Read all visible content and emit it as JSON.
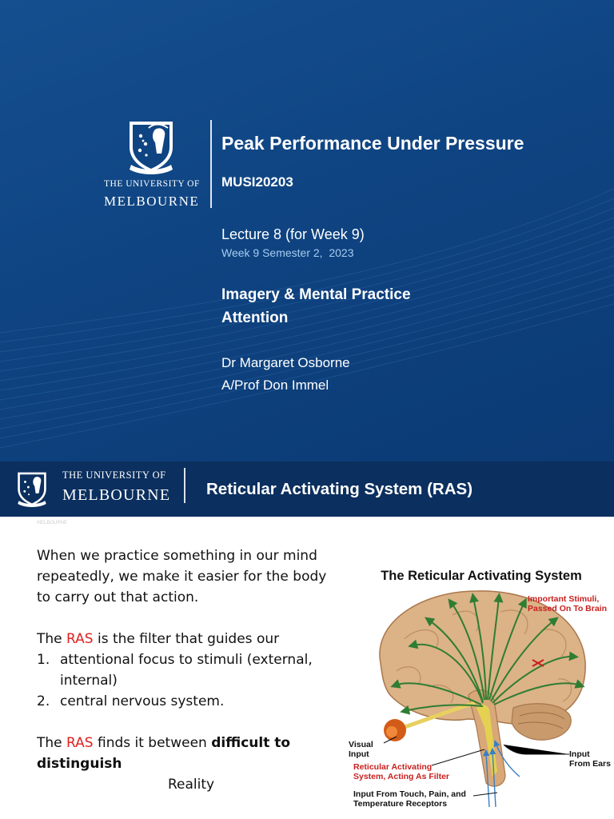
{
  "slide1": {
    "logo_line1": "THE UNIVERSITY OF",
    "logo_line2": "MELBOURNE",
    "title": "Peak Performance Under Pressure",
    "course_code": "MUSI20203",
    "lecture": "Lecture 8 (for Week 9)",
    "week": "Week 9 Semester 2,  2023",
    "topic_1": "Imagery & Mental Practice",
    "topic_2": "Attention",
    "author_1": "Dr Margaret Osborne",
    "author_2": "A/Prof Don Immel"
  },
  "slide2": {
    "header": {
      "logo_line1": "THE UNIVERSITY OF",
      "logo_line2": "MELBOURNE",
      "title": "Reticular Activating System (RAS)",
      "tiny_text": "MELBOURNE"
    },
    "body": {
      "para1": "When we practice something in our mind repeatedly, we make it easier for the body to carry out that action.",
      "para2_pre": "The ",
      "ras": "RAS",
      "para2_post": " is the filter that guides our",
      "list": [
        {
          "num": "1.",
          "text": "attentional focus to stimuli (external, internal)"
        },
        {
          "num": "2.",
          "text": "central nervous system."
        }
      ],
      "para3_pre": "The ",
      "para3_mid": " finds it between ",
      "para3_bold": "difficult to distinguish",
      "reality": "Reality"
    },
    "figure": {
      "title": "The Reticular Activating System",
      "label_important": "Important Stimuli,\nPassed On To Brain",
      "label_visual": "Visual\nInput",
      "label_ears": "Input\nFrom Ears",
      "label_ras": "Reticular Activating\nSystem, Acting As Filter",
      "label_touch": "Input From Touch, Pain, and\nTemperature Receptors"
    }
  },
  "colors": {
    "slide1_bg": "#0f4482",
    "header_bg": "#0b2f5e",
    "week_text": "#a6ccf0",
    "accent_red": "#e02020",
    "arrow_green": "#2f7d32",
    "brain_tan": "#dcb287"
  }
}
